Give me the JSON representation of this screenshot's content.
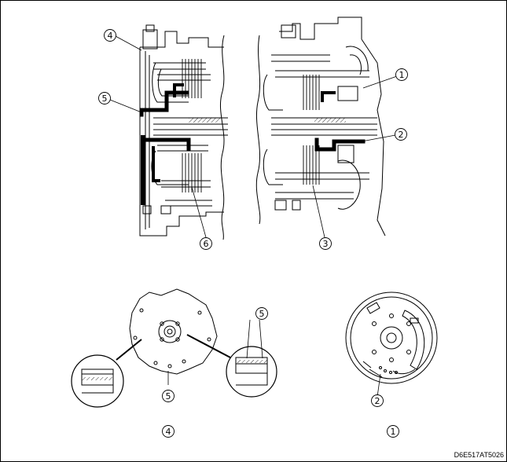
{
  "callouts": {
    "c1": "1",
    "c2": "2",
    "c3": "3",
    "c4": "4",
    "c5": "5",
    "c6": "6"
  },
  "captions": {
    "left_view": "4",
    "right_view": "1"
  },
  "figure_code": "D6E517AT5026"
}
